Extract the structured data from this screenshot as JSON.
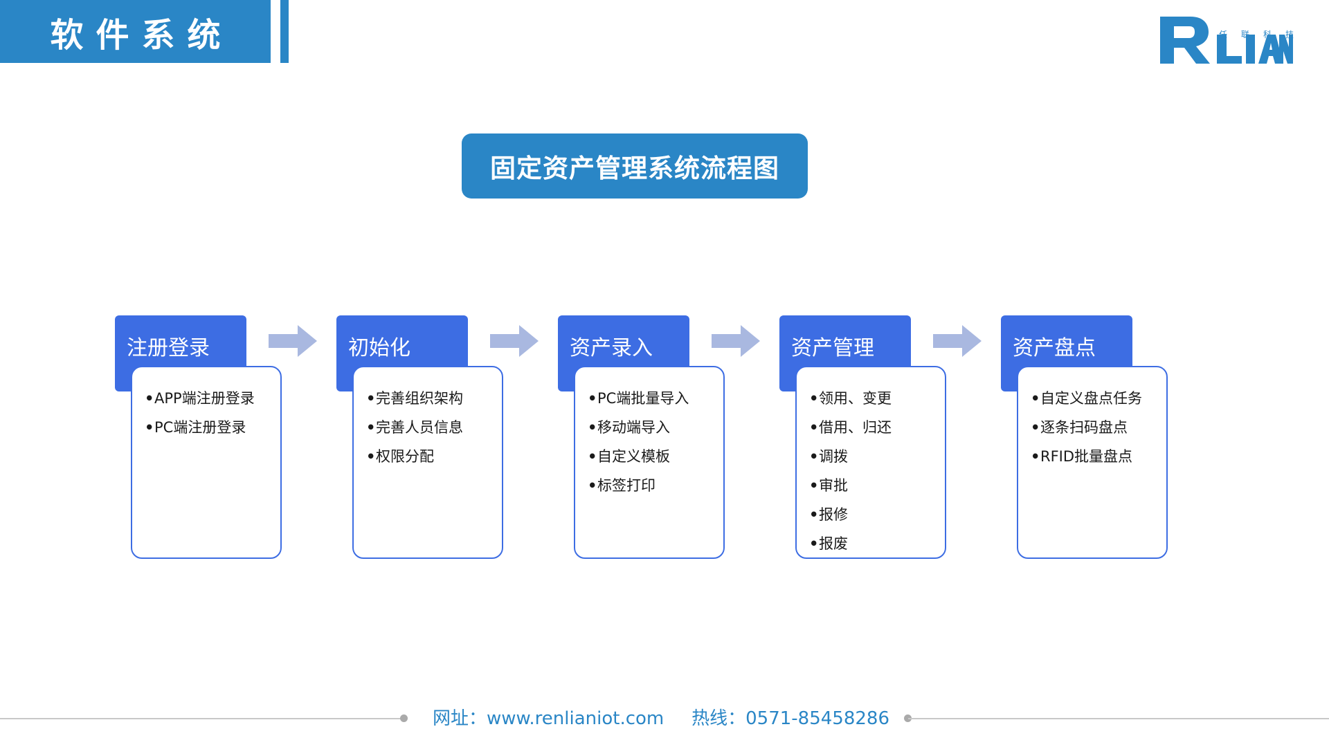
{
  "header": {
    "title": "软件系统"
  },
  "logo": {
    "letters": "RLIAN",
    "tagline": [
      "任",
      "联",
      "科",
      "技"
    ],
    "color": "#2a86c6"
  },
  "main_title": "固定资产管理系统流程图",
  "steps": [
    {
      "title": "注册登录",
      "items": [
        "APP端注册登录",
        "PC端注册登录"
      ]
    },
    {
      "title": "初始化",
      "items": [
        "完善组织架构",
        "完善人员信息",
        "权限分配"
      ]
    },
    {
      "title": "资产录入",
      "items": [
        "PC端批量导入",
        "移动端导入",
        "自定义模板",
        "标签打印"
      ]
    },
    {
      "title": "资产管理",
      "items": [
        "领用、变更",
        "借用、归还",
        "调拨",
        "审批",
        "报修",
        "报废"
      ]
    },
    {
      "title": "资产盘点",
      "items": [
        "自定义盘点任务",
        "逐条扫码盘点",
        "RFID批量盘点"
      ]
    }
  ],
  "footer": {
    "website": "网址：www.renlianiot.com",
    "hotline": "热线：0571-85458286"
  },
  "colors": {
    "primary": "#2a86c6",
    "step": "#3d6de3",
    "arrow": "#a9b8e0"
  }
}
